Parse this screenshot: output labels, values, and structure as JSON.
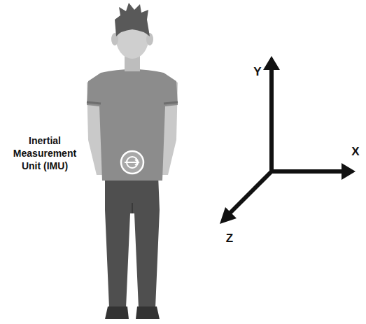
{
  "diagram": {
    "labels": [
      "Inertial Measurement Unit (IMU)",
      "Y",
      "X",
      "Z"
    ]
  }
}
